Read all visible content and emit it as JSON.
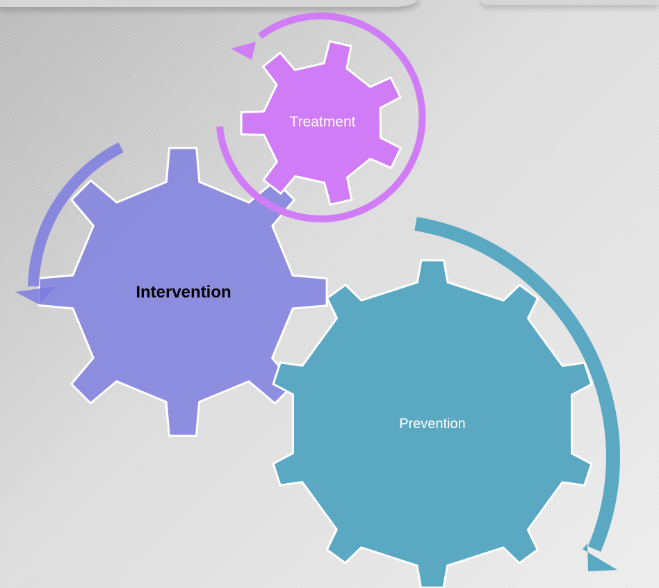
{
  "diagram": {
    "gears": [
      {
        "id": "treatment",
        "label": "Treatment",
        "color": "#d07cf6",
        "label_color": "#ffffff",
        "bold": false,
        "text_size": "md",
        "teeth": 7
      },
      {
        "id": "intervention",
        "label": "Intervention",
        "color": "#8787e0",
        "label_color": "#000000",
        "bold": true,
        "text_size": "lg",
        "teeth": 8
      },
      {
        "id": "prevention",
        "label": "Prevention",
        "color": "#5aa8c2",
        "label_color": "#ffffff",
        "bold": false,
        "text_size": "md",
        "teeth": 10
      }
    ],
    "arrows": [
      {
        "id": "treatment-arrow",
        "color": "#d07cf6"
      },
      {
        "id": "intervention-arrow",
        "color": "#7b7be0"
      },
      {
        "id": "prevention-arrow",
        "color": "#5aa8c2"
      }
    ]
  }
}
